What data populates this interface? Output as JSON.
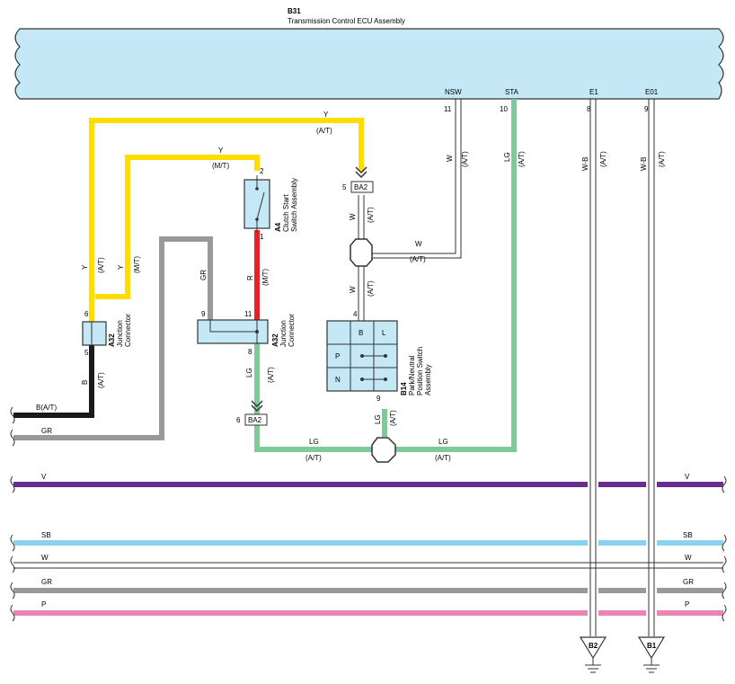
{
  "ecu": {
    "code": "B31",
    "name": "Transmission Control ECU Assembly",
    "pins": [
      {
        "name": "NSW",
        "num": "11"
      },
      {
        "name": "STA",
        "num": "10"
      },
      {
        "name": "E1",
        "num": "8"
      },
      {
        "name": "E01",
        "num": "9"
      }
    ]
  },
  "clutch_switch": {
    "code": "A4",
    "name_line1": "Clutch Start",
    "name_line2": "Switch Assembly",
    "pin_top": "2",
    "pin_bottom": "1"
  },
  "junction_left": {
    "code": "A32",
    "name_line1": "Junction",
    "name_line2": "Connector",
    "pin_top": "6",
    "pin_bottom": "5"
  },
  "junction_mid": {
    "code": "A32",
    "name_line1": "Junction",
    "name_line2": "Connector",
    "pin_left": "9",
    "pin_top": "11",
    "pin_bottom": "8"
  },
  "pn_switch": {
    "code": "B14",
    "name_line1": "Park/Neutral",
    "name_line2": "Position Switch",
    "name_line3": "Assembly",
    "pin_top": "4",
    "pin_bottom": "9",
    "cells": [
      "B",
      "L",
      "P",
      "N"
    ]
  },
  "connectors": {
    "ba2_top": "BA2",
    "ba2_top_pin": "5",
    "ba2_bottom": "BA2",
    "ba2_bottom_pin": "6"
  },
  "grounds": {
    "b2": "B2",
    "b1": "B1"
  },
  "wire_labels": {
    "y": "Y",
    "at": "(A/T)",
    "mt": "(M/T)",
    "w": "W",
    "lg": "LG",
    "r": "R",
    "gr": "GR",
    "b": "B",
    "wb": "W-B",
    "b_at": "B(A/T)",
    "v": "V",
    "sb": "SB",
    "p": "P"
  },
  "colors": {
    "ecu_fill": "#c5e8f7",
    "yellow": "#ffdd00",
    "red": "#e8202a",
    "green": "#7fc99a",
    "gray": "#999999",
    "black": "#1a1a1a",
    "violet": "#6a2d8f",
    "sky": "#8ad3f0",
    "pink": "#e884b6"
  }
}
